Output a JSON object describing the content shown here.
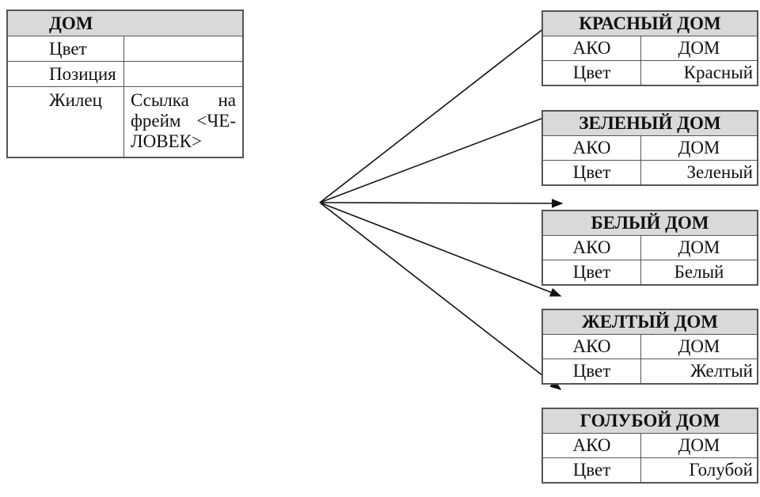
{
  "parent_frame": {
    "title": "ДОМ",
    "slots": [
      {
        "name": "Цвет",
        "value": ""
      },
      {
        "name": "Позиция",
        "value": ""
      },
      {
        "name": "Жилец",
        "value_lines": [
          "Ссылка на",
          "фрейм <ЧЕ-",
          "ЛОВЕК>"
        ]
      }
    ]
  },
  "child_frames": [
    {
      "title": "КРАСНЫЙ ДОМ",
      "rows": [
        {
          "name": "АКО",
          "value": "ДОМ"
        },
        {
          "name": "Цвет",
          "value": "Красный"
        }
      ]
    },
    {
      "title": "ЗЕЛЕНЫЙ ДОМ",
      "rows": [
        {
          "name": "АКО",
          "value": "ДОМ"
        },
        {
          "name": "Цвет",
          "value": "Зеленый"
        }
      ]
    },
    {
      "title": "БЕЛЫЙ ДОМ",
      "rows": [
        {
          "name": "АКО",
          "value": "ДОМ"
        },
        {
          "name": "Цвет",
          "value": "Белый"
        }
      ]
    },
    {
      "title": "ЖЕЛТЫЙ ДОМ",
      "rows": [
        {
          "name": "АКО",
          "value": "ДОМ"
        },
        {
          "name": "Цвет",
          "value": "Желтый"
        }
      ]
    },
    {
      "title": "ГОЛУБОЙ ДОМ",
      "rows": [
        {
          "name": "АКО",
          "value": "ДОМ"
        },
        {
          "name": "Цвет",
          "value": "Голубой"
        }
      ]
    }
  ],
  "colors": {
    "header_fill": "#d9d9d9",
    "line": "#111111"
  }
}
